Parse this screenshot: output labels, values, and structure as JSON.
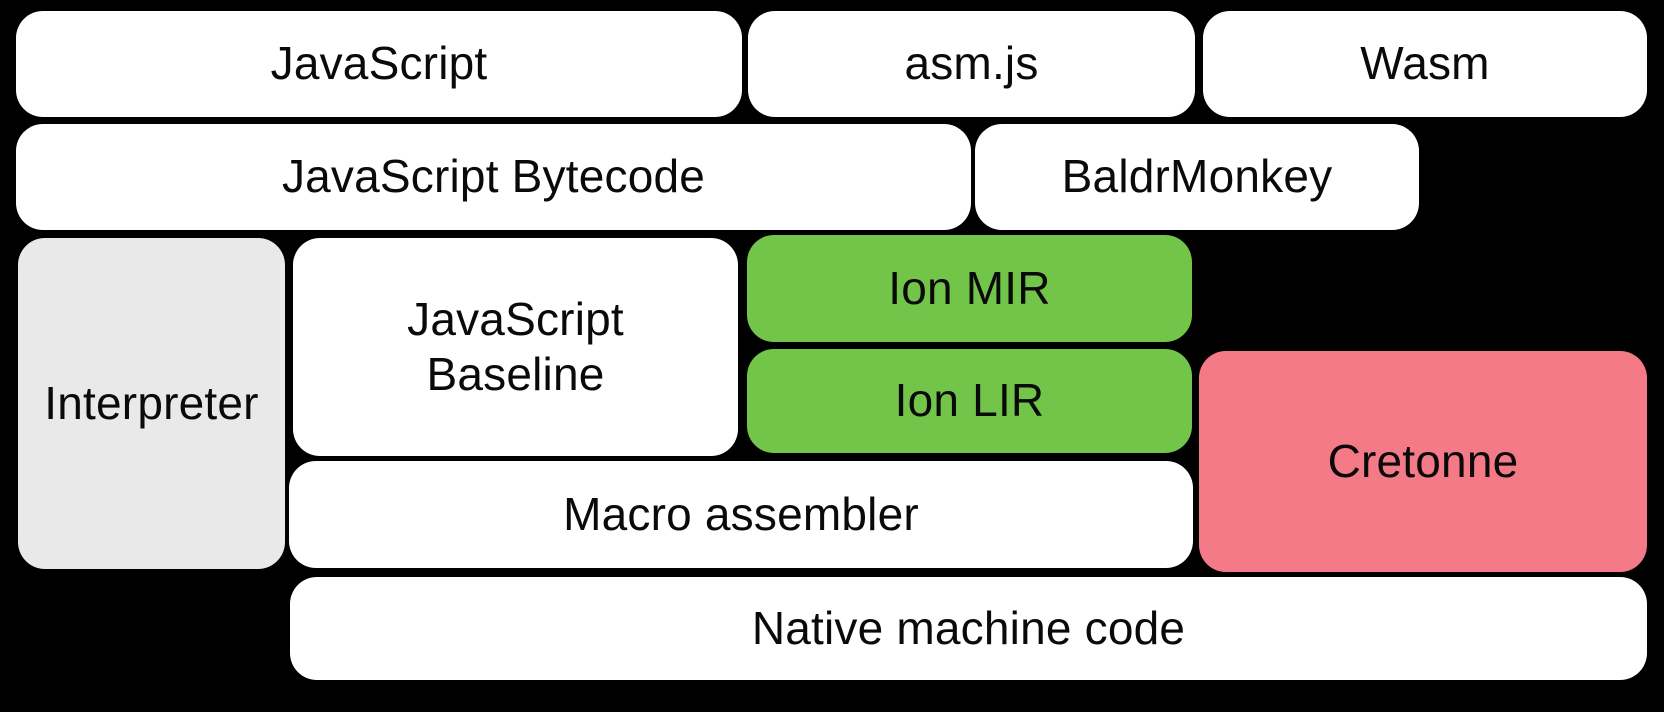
{
  "diagram": {
    "background_color": "#000000",
    "text_color": "#0a0a0a",
    "node_colors": {
      "white": "#ffffff",
      "gray": "#e9e9e9",
      "green": "#73c54a",
      "pink": "#f57a87"
    },
    "nodes": [
      {
        "id": "javascript",
        "label": "JavaScript",
        "color": "white"
      },
      {
        "id": "asm-js",
        "label": "asm.js",
        "color": "white"
      },
      {
        "id": "wasm",
        "label": "Wasm",
        "color": "white"
      },
      {
        "id": "javascript-bytecode",
        "label": "JavaScript Bytecode",
        "color": "white"
      },
      {
        "id": "baldrmonkey",
        "label": "BaldrMonkey",
        "color": "white"
      },
      {
        "id": "interpreter",
        "label": "Interpreter",
        "color": "gray"
      },
      {
        "id": "javascript-baseline",
        "label": "JavaScript\nBaseline",
        "color": "white"
      },
      {
        "id": "ion-mir",
        "label": "Ion MIR",
        "color": "green"
      },
      {
        "id": "ion-lir",
        "label": "Ion LIR",
        "color": "green"
      },
      {
        "id": "cretonne",
        "label": "Cretonne",
        "color": "pink"
      },
      {
        "id": "macro-assembler",
        "label": "Macro assembler",
        "color": "white"
      },
      {
        "id": "native-machine-code",
        "label": "Native machine code",
        "color": "white"
      }
    ]
  }
}
